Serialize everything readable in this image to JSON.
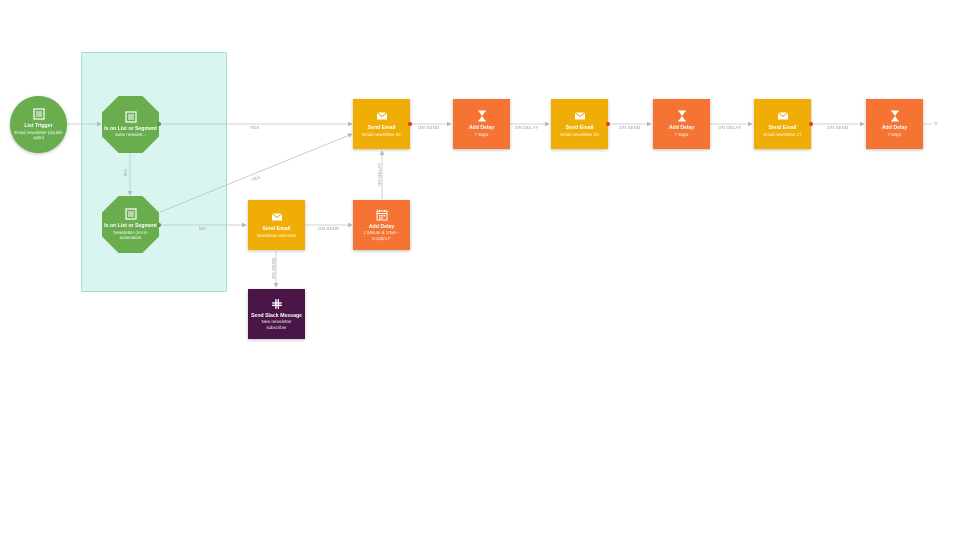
{
  "nodes": {
    "list_trigger": {
      "title": "List Trigger",
      "sub": "Email newsletter (double optin)"
    },
    "segment_1": {
      "title": "Is on List or Segment",
      "sub": "Subs newsletr..."
    },
    "segment_2": {
      "title": "Is on List or Segment",
      "sub": "Newsletter (not in automation"
    },
    "send_email_welcome": {
      "title": "Send Email",
      "sub": "Newsletter welcome"
    },
    "slack": {
      "title": "Send Slack Message",
      "sub": "New newsletter subscriber"
    },
    "add_delay_window": {
      "title": "Add Delay",
      "sub": "1 Minute & 10am - 6:10pm F"
    },
    "send_email_25": {
      "title": "Send Email",
      "sub": "Email newsletter 25"
    },
    "add_delay_1": {
      "title": "Add Delay",
      "sub": "7 Days"
    },
    "send_email_26": {
      "title": "Send Email",
      "sub": "Email newsletter 26"
    },
    "add_delay_2": {
      "title": "Add Delay",
      "sub": "7 Days"
    },
    "send_email_27": {
      "title": "Send Email",
      "sub": "Email newsletter 27"
    },
    "add_delay_3": {
      "title": "Add Delay",
      "sub": "7 Days"
    }
  },
  "edge_labels": {
    "yes_top": "YES",
    "no_vertical": "NO",
    "yes_diagonal": "YES",
    "no_horizontal": "NO",
    "on_send_1": "ON SEND",
    "on_delay_1": "ON DELAY",
    "on_send_2": "ON SEND",
    "on_delay_2": "ON DELAY",
    "on_send_3": "ON SEND",
    "on_send_welcome": "ON SEND",
    "on_send_slack": "ON SEND",
    "on_delay_up": "ON DELAY",
    "tail": "O"
  },
  "colors": {
    "trigger": "#6aad4e",
    "email": "#f0ad05",
    "delay": "#f57434",
    "slack": "#4a1547",
    "selection": "#d8f5ef",
    "edge": "#b9b9b9"
  },
  "icons": {
    "trigger": "list-icon",
    "segment": "list-icon",
    "email": "envelope-icon",
    "delay": "hourglass-icon",
    "delay_window": "calendar-icon",
    "slack": "slack-icon"
  }
}
